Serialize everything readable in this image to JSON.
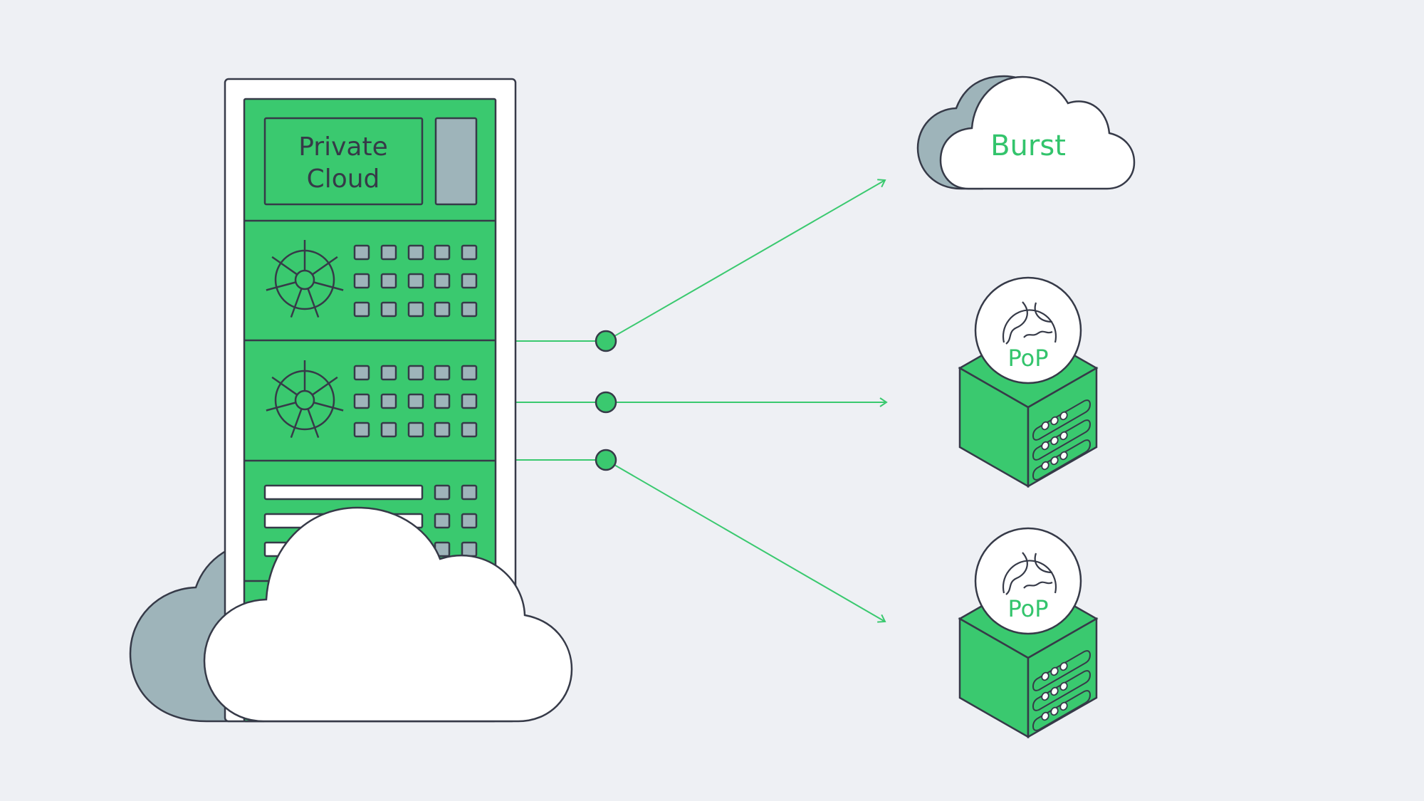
{
  "diagram": {
    "title": "Private cloud with burst and PoP connections",
    "rack": {
      "label_line1": "Private",
      "label_line2": "Cloud"
    },
    "targets": [
      {
        "type": "cloud",
        "label": "Burst"
      },
      {
        "type": "pop",
        "label": "PoP",
        "icon": "globe-icon"
      },
      {
        "type": "pop",
        "label": "PoP",
        "icon": "globe-icon"
      }
    ],
    "colors": {
      "background": "#eef0f4",
      "green": "#3ac96f",
      "stroke": "#363a48",
      "gray": "#9eb4ba",
      "white": "#ffffff",
      "text_green": "#33c46c"
    }
  }
}
